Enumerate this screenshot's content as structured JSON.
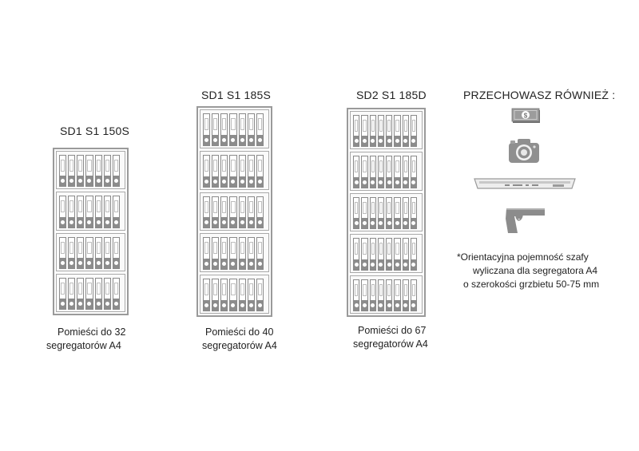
{
  "cabinets": [
    {
      "title": "SD1 S1 150S",
      "caption_line1": "Pomieści do 32",
      "caption_line2": "segregatorów A4",
      "shelves": 4,
      "binders_per_shelf": 7
    },
    {
      "title": "SD1  S1 185S",
      "caption_line1": "Pomieści do 40",
      "caption_line2": "segregatorów A4",
      "shelves": 5,
      "binders_per_shelf": 7
    },
    {
      "title": "SD2 S1 185D",
      "caption_line1": "Pomieści do 67",
      "caption_line2": "segregatorów A4",
      "shelves": 5,
      "binders_per_shelf": 8
    }
  ],
  "also_store": {
    "title": "PRZECHOWASZ  RÓWNIEŻ :",
    "icons": [
      "money-icon",
      "camera-icon",
      "laptop-icon",
      "pistol-icon"
    ]
  },
  "note": {
    "line1": "*Orientacyjna pojemność  szafy",
    "line2": "wyliczana dla segregatora A4",
    "line3": "o szerokości grzbietu    50-75 mm"
  },
  "colors": {
    "frame": "#9a9a9a",
    "binder_base": "#8c8c8c",
    "icon_gray": "#8f8f8f"
  }
}
